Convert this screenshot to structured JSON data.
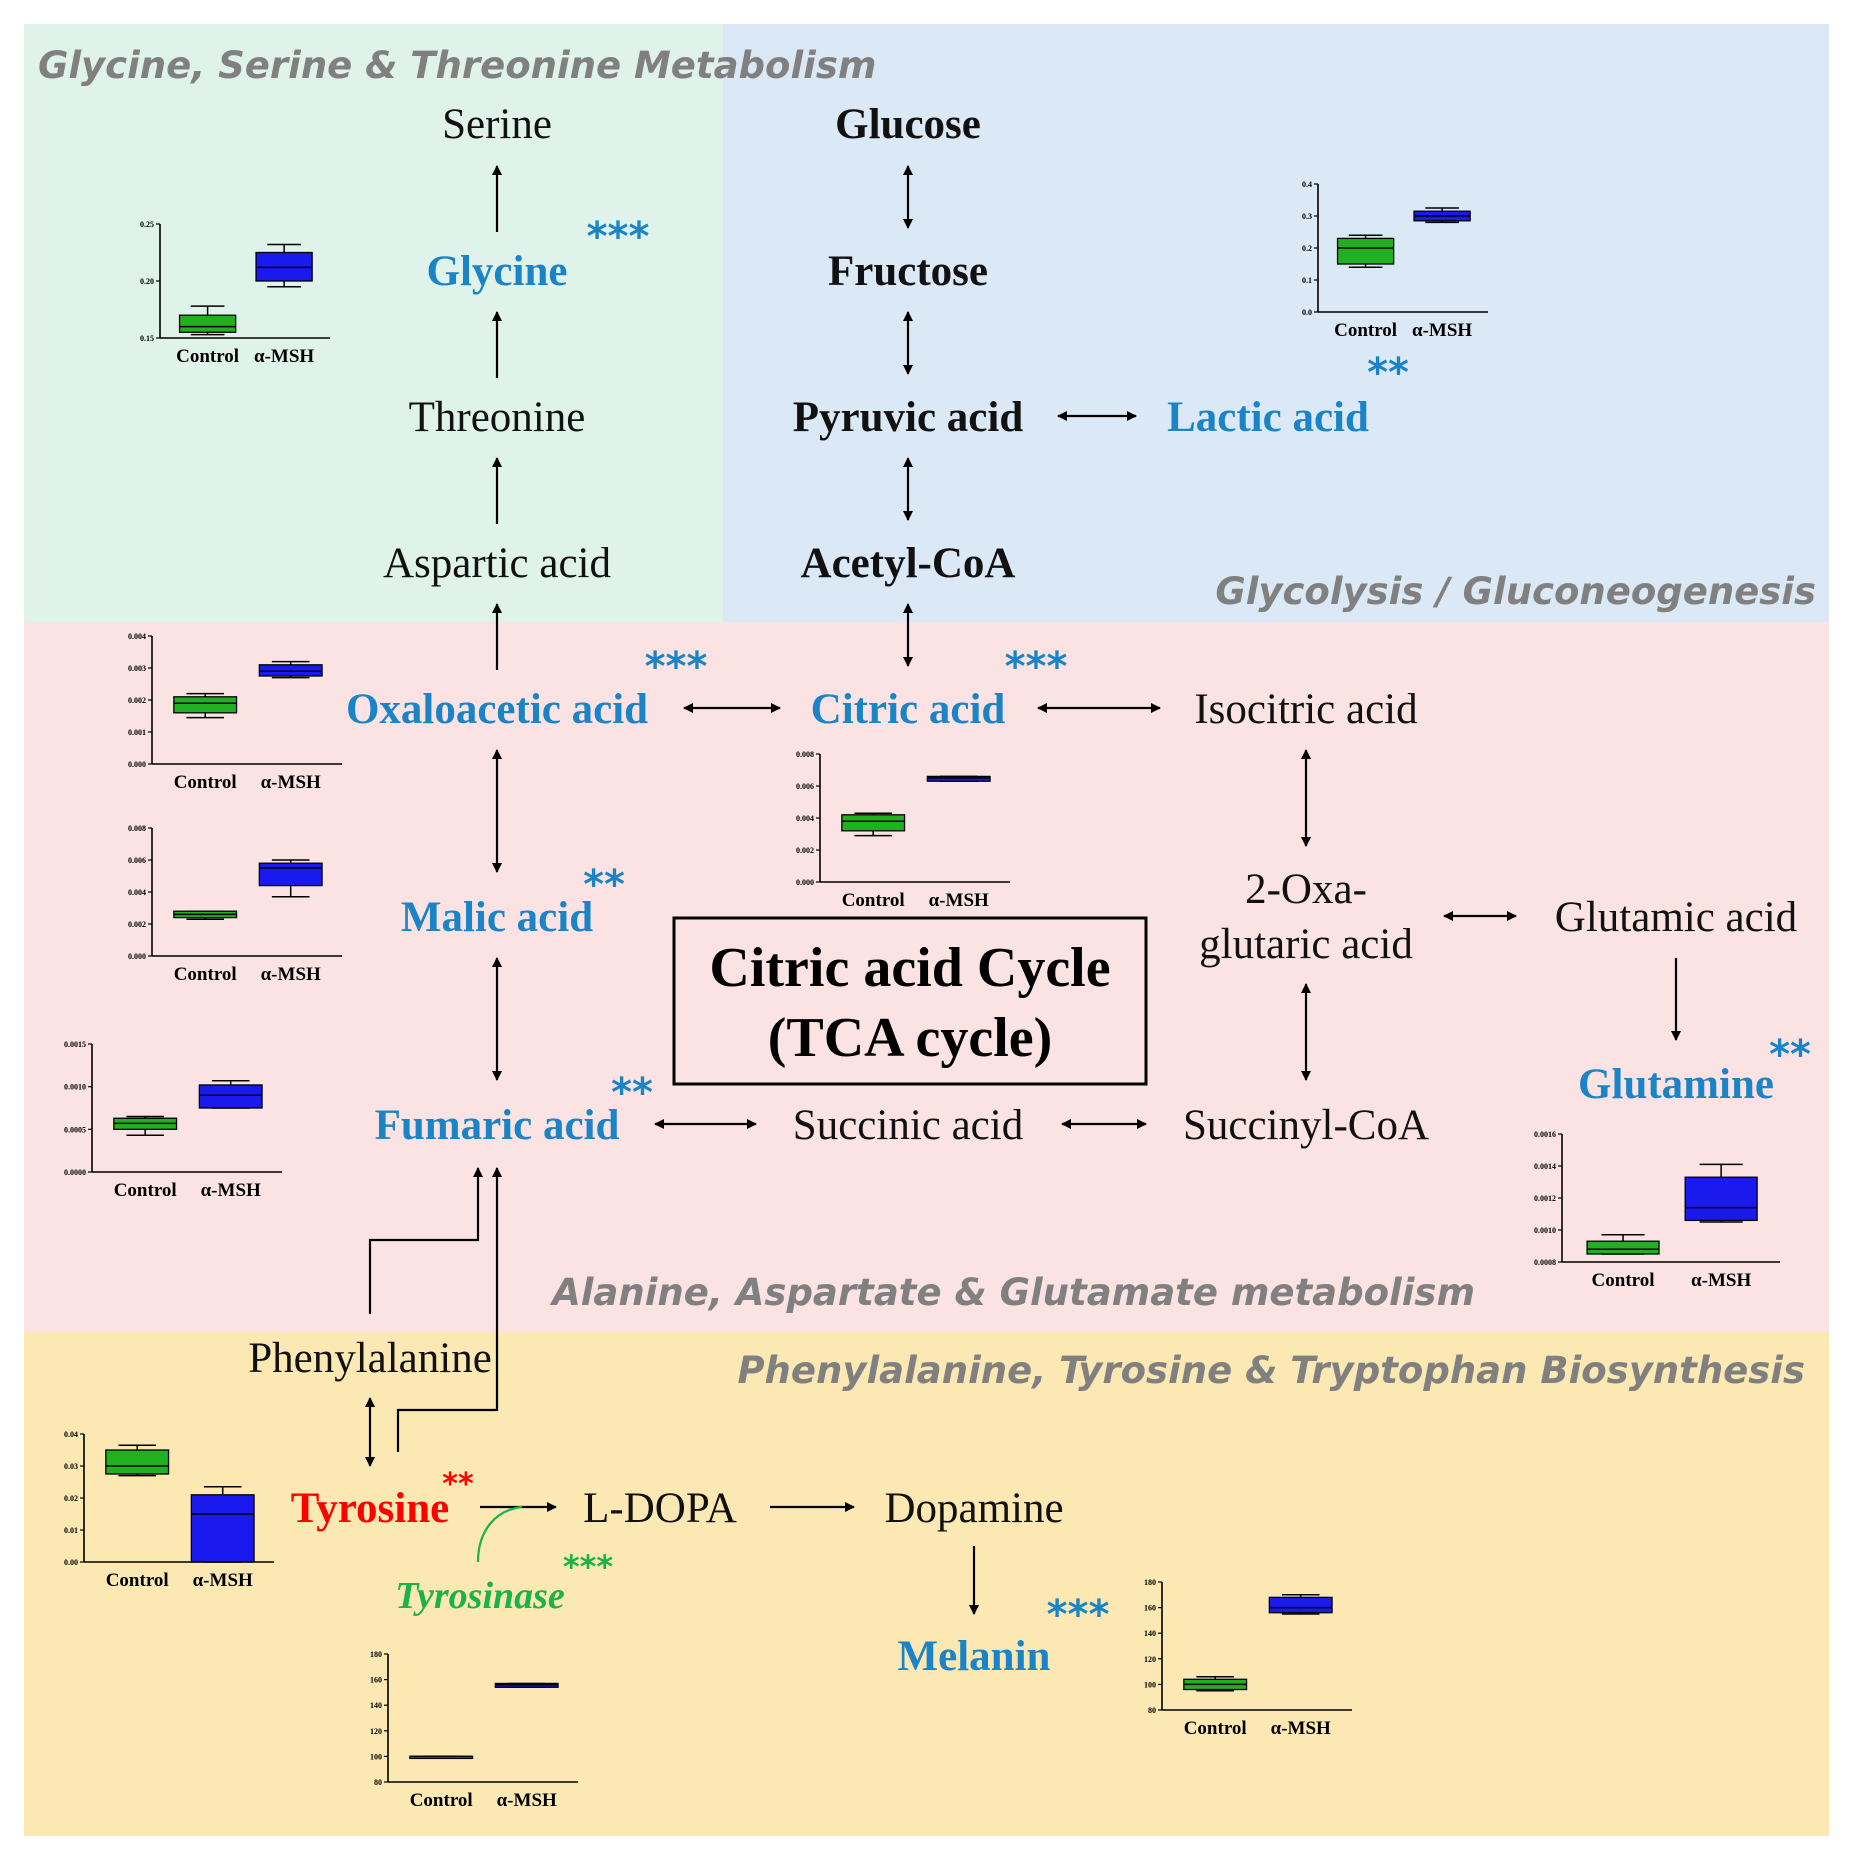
{
  "regions": {
    "glycine": {
      "label": "Glycine, Serine & Threonine  Metabolism",
      "color": "#dff3eb"
    },
    "glycolysis": {
      "label": "Glycolysis / Gluconeogenesis",
      "color": "#dbe8f5"
    },
    "alanine": {
      "label": "Alanine, Aspartate & Glutamate metabolism",
      "color": "#fbe3e3"
    },
    "phenyl": {
      "label": "Phenylalanine,  Tyrosine & Tryptophan  Biosynthesis",
      "color": "#fbe8b3"
    }
  },
  "metabolites": {
    "serine": "Serine",
    "glycine": "Glycine",
    "threonine": "Threonine",
    "aspartic": "Aspartic  acid",
    "glucose": "Glucose",
    "fructose": "Fructose",
    "pyruvic": "Pyruvic acid",
    "lactic": "Lactic acid",
    "acetyl": "Acetyl-CoA",
    "oxaloacetic": "Oxaloacetic acid",
    "citric": "Citric acid",
    "isocitric": "Isocitric acid",
    "oxa_line1": "2-Oxa-",
    "oxa_line2": "glutaric  acid",
    "glutamic": "Glutamic  acid",
    "glutamine": "Glutamine",
    "malic": "Malic acid",
    "fumaric": "Fumaric acid",
    "succinic": "Succinic acid",
    "succinyl": "Succinyl-CoA",
    "phenylalanine": "Phenylalanine",
    "tyrosine": "Tyrosine",
    "ldopa": "L-DOPA",
    "dopamine": "Dopamine",
    "melanin": "Melanin",
    "tyrosinase": "Tyrosinase"
  },
  "center": {
    "line1": "Citric acid Cycle",
    "line2": "(TCA cycle)"
  },
  "significance": {
    "glycine": "***",
    "lactic": "**",
    "oxaloacetic": "***",
    "citric": "***",
    "malic": "**",
    "fumaric": "**",
    "glutamine": "**",
    "tyrosine": "**",
    "tyrosinase": "***",
    "melanin": "***"
  },
  "colors": {
    "control": "#22b022",
    "treated": "#1a1aee",
    "sig_blue": "#1b84c6",
    "sig_red": "#ff0000",
    "sig_green": "#1ab34a"
  },
  "chart_data": [
    {
      "id": "glycine",
      "type": "box",
      "categories": [
        "Control",
        "α-MSH"
      ],
      "yticks": [
        "0.15",
        "0.20",
        "0.25"
      ],
      "ylim": [
        0.15,
        0.25
      ],
      "boxes": [
        {
          "min": 0.153,
          "q1": 0.155,
          "median": 0.16,
          "q3": 0.17,
          "max": 0.178
        },
        {
          "min": 0.195,
          "q1": 0.2,
          "median": 0.212,
          "q3": 0.225,
          "max": 0.232
        }
      ]
    },
    {
      "id": "lactic",
      "type": "box",
      "categories": [
        "Control",
        "α-MSH"
      ],
      "yticks": [
        "0.0",
        "0.1",
        "0.2",
        "0.3",
        "0.4"
      ],
      "ylim": [
        0,
        0.4
      ],
      "boxes": [
        {
          "min": 0.14,
          "q1": 0.15,
          "median": 0.2,
          "q3": 0.23,
          "max": 0.24
        },
        {
          "min": 0.28,
          "q1": 0.285,
          "median": 0.3,
          "q3": 0.315,
          "max": 0.325
        }
      ]
    },
    {
      "id": "oxaloacetic",
      "type": "box",
      "categories": [
        "Control",
        "α-MSH"
      ],
      "yticks": [
        "0.000",
        "0.001",
        "0.002",
        "0.003",
        "0.004"
      ],
      "ylim": [
        0,
        0.004
      ],
      "boxes": [
        {
          "min": 0.00145,
          "q1": 0.0016,
          "median": 0.0019,
          "q3": 0.0021,
          "max": 0.0022
        },
        {
          "min": 0.0027,
          "q1": 0.00275,
          "median": 0.0029,
          "q3": 0.0031,
          "max": 0.0032
        }
      ]
    },
    {
      "id": "malic",
      "type": "box",
      "categories": [
        "Control",
        "α-MSH"
      ],
      "yticks": [
        "0.000",
        "0.002",
        "0.004",
        "0.006",
        "0.008"
      ],
      "ylim": [
        0,
        0.008
      ],
      "boxes": [
        {
          "min": 0.0023,
          "q1": 0.0024,
          "median": 0.0026,
          "q3": 0.0028,
          "max": 0.0028
        },
        {
          "min": 0.0037,
          "q1": 0.0044,
          "median": 0.0055,
          "q3": 0.0058,
          "max": 0.006
        }
      ]
    },
    {
      "id": "fumaric",
      "type": "box",
      "categories": [
        "Control",
        "α-MSH"
      ],
      "yticks": [
        "0.0000",
        "0.0005",
        "0.0010",
        "0.0015"
      ],
      "ylim": [
        0,
        0.0015
      ],
      "boxes": [
        {
          "min": 0.00043,
          "q1": 0.0005,
          "median": 0.00057,
          "q3": 0.00063,
          "max": 0.00065
        },
        {
          "min": 0.00075,
          "q1": 0.00075,
          "median": 0.0009,
          "q3": 0.00102,
          "max": 0.00107
        }
      ]
    },
    {
      "id": "citric",
      "type": "box",
      "categories": [
        "Control",
        "α-MSH"
      ],
      "yticks": [
        "0.000",
        "0.002",
        "0.004",
        "0.006",
        "0.008"
      ],
      "ylim": [
        0,
        0.008
      ],
      "boxes": [
        {
          "min": 0.0029,
          "q1": 0.0032,
          "median": 0.0038,
          "q3": 0.0042,
          "max": 0.0043
        },
        {
          "min": 0.0063,
          "q1": 0.0063,
          "median": 0.0065,
          "q3": 0.0066,
          "max": 0.0066
        }
      ]
    },
    {
      "id": "glutamine",
      "type": "box",
      "categories": [
        "Control",
        "α-MSH"
      ],
      "yticks": [
        "0.0008",
        "0.0010",
        "0.0012",
        "0.0014",
        "0.0016"
      ],
      "ylim": [
        0.0008,
        0.0016
      ],
      "boxes": [
        {
          "min": 0.00085,
          "q1": 0.00085,
          "median": 0.00088,
          "q3": 0.00093,
          "max": 0.00097
        },
        {
          "min": 0.00105,
          "q1": 0.00106,
          "median": 0.00114,
          "q3": 0.00133,
          "max": 0.00141
        }
      ]
    },
    {
      "id": "tyrosine",
      "type": "box",
      "categories": [
        "Control",
        "α-MSH"
      ],
      "yticks": [
        "0.00",
        "0.01",
        "0.02",
        "0.03",
        "0.04"
      ],
      "ylim": [
        0,
        0.04
      ],
      "boxes": [
        {
          "min": 0.027,
          "q1": 0.0275,
          "median": 0.03,
          "q3": 0.035,
          "max": 0.0365
        },
        {
          "min": 0.0,
          "q1": 0.0,
          "median": 0.015,
          "q3": 0.021,
          "max": 0.0235
        }
      ]
    },
    {
      "id": "tyrosinase",
      "type": "box",
      "categories": [
        "Control",
        "α-MSH"
      ],
      "yticks": [
        "80",
        "100",
        "120",
        "140",
        "160",
        "180"
      ],
      "ylim": [
        80,
        180
      ],
      "boxes": [
        {
          "min": 100,
          "q1": 100,
          "median": 100,
          "q3": 100,
          "max": 100
        },
        {
          "min": 154,
          "q1": 154,
          "median": 156,
          "q3": 157,
          "max": 157
        }
      ]
    },
    {
      "id": "melanin",
      "type": "box",
      "categories": [
        "Control",
        "α-MSH"
      ],
      "yticks": [
        "80",
        "100",
        "120",
        "140",
        "160",
        "180"
      ],
      "ylim": [
        80,
        180
      ],
      "boxes": [
        {
          "min": 95,
          "q1": 96,
          "median": 100,
          "q3": 104,
          "max": 106
        },
        {
          "min": 155,
          "q1": 156,
          "median": 160,
          "q3": 168,
          "max": 170
        }
      ]
    }
  ]
}
